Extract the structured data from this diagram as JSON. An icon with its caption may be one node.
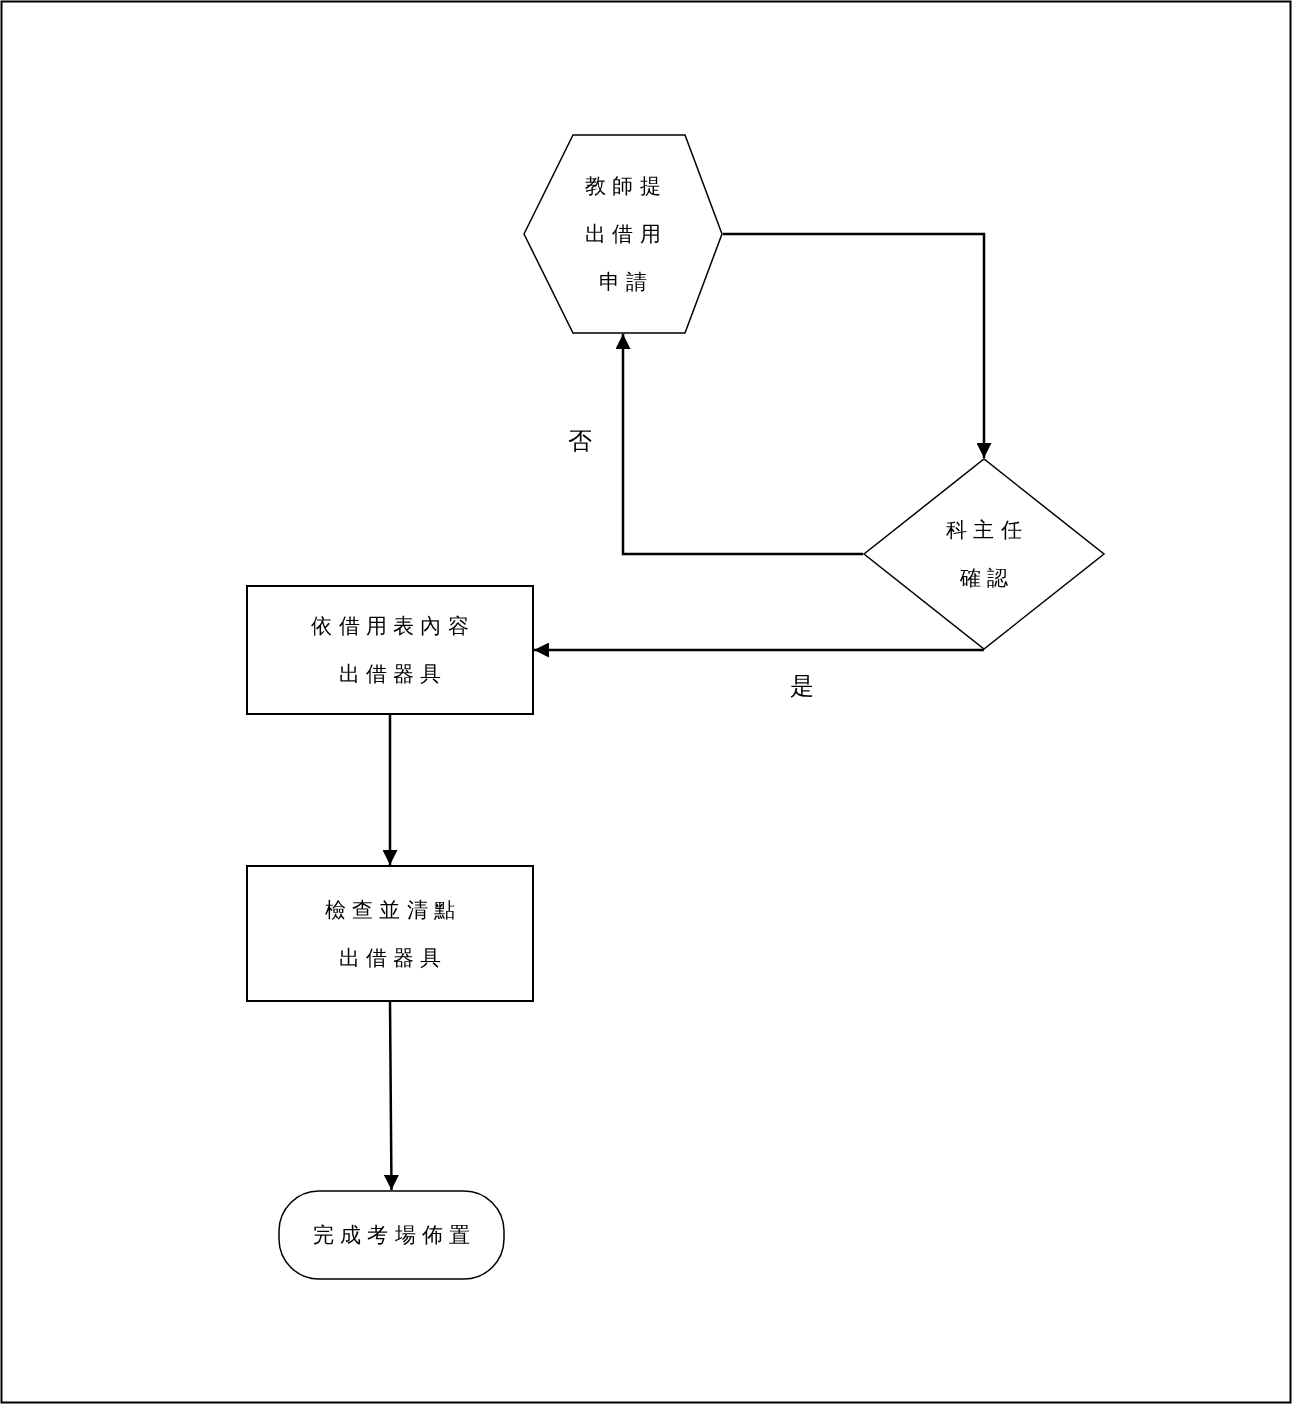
{
  "diagram": {
    "nodes": [
      {
        "text": [
          "教師提出借用申請"
        ]
      },
      {
        "text": [
          "科主任確認"
        ]
      },
      {
        "text": [
          "依借用表內容出借器具"
        ]
      },
      {
        "text": [
          "檢查並清點出借器具"
        ]
      },
      {
        "text": [
          "完成考場佈置"
        ]
      }
    ],
    "edges": [
      {
        "from": 0,
        "to": 1,
        "arrow": "to"
      },
      {
        "from": 1,
        "to": 0,
        "arrow": "to",
        "label": "否"
      },
      {
        "from": 1,
        "to": 2,
        "arrow": "to",
        "label": "是"
      },
      {
        "from": 2,
        "to": 3,
        "arrow": "to"
      },
      {
        "from": 3,
        "to": 4,
        "arrow": "to"
      }
    ]
  }
}
